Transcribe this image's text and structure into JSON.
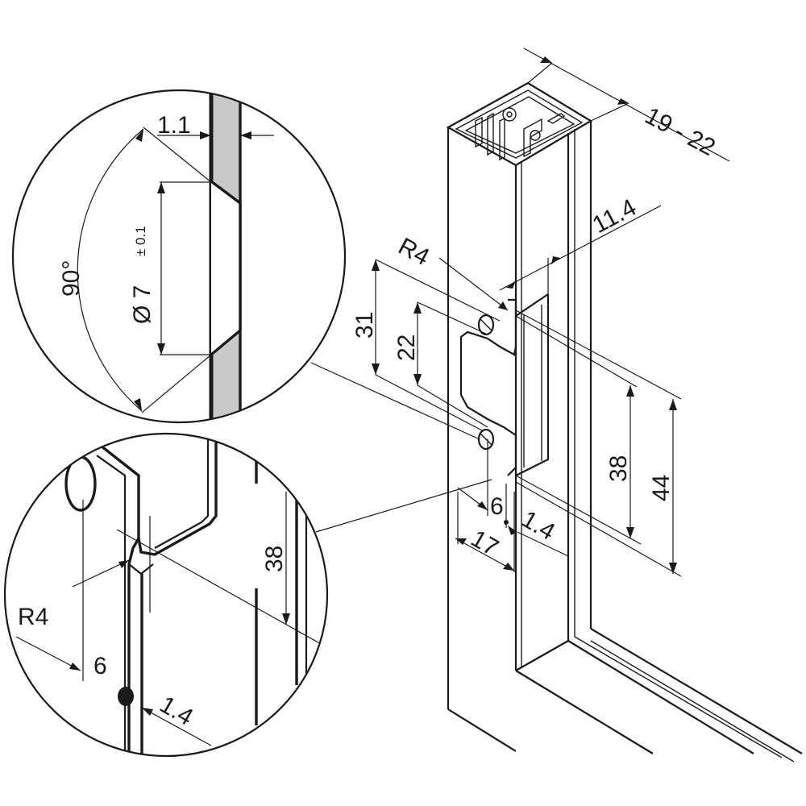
{
  "labels": {
    "profile_width": "19 - 22",
    "plate_offset": "11.4",
    "radius_top": "R4",
    "height_31": "31",
    "height_22": "22",
    "height_38": "38",
    "height_44": "44",
    "dist_6": "6",
    "dist_1_4": "1.4",
    "dist_17": "17",
    "detail1_thickness": "1.1",
    "detail1_angle": "90°",
    "detail1_diameter": "Ø 7",
    "detail1_tolerance": "± 0.1",
    "detail2_radius": "R4",
    "detail2_height": "38",
    "detail2_dist_6": "6",
    "detail2_dist_1_4": "1.4"
  }
}
